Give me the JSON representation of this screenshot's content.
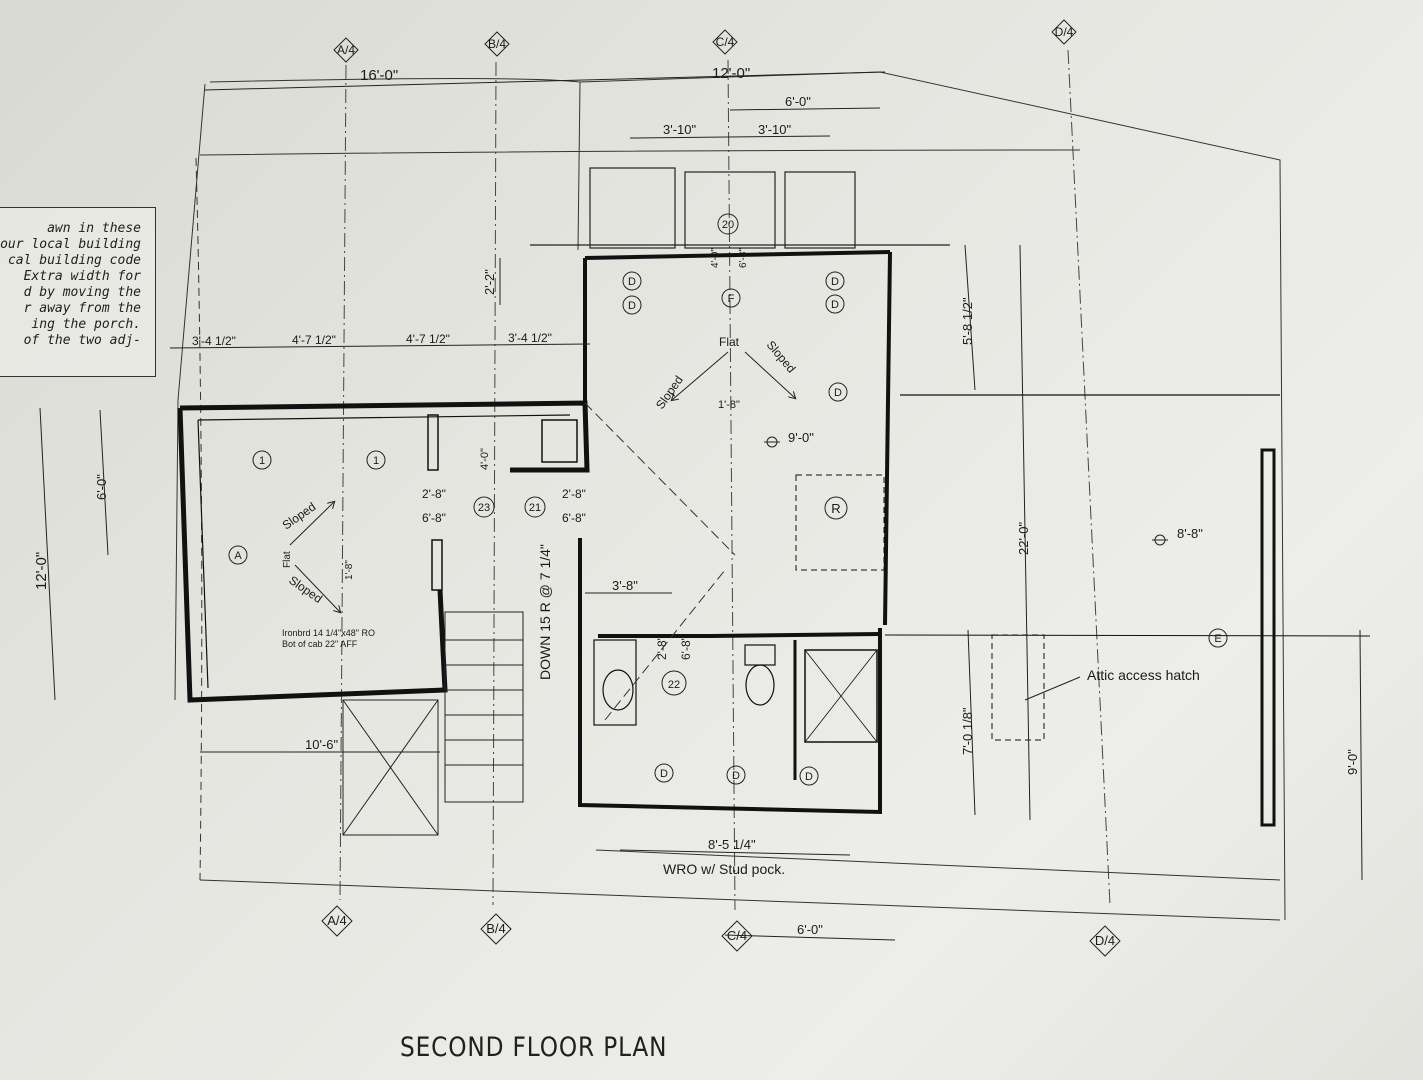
{
  "title": "SECOND FLOOR PLAN",
  "note_lines": [
    "awn in these",
    "our local building",
    "cal building code",
    "Extra width for",
    "d by moving the",
    "r away from the",
    "ing the porch.",
    "of the two adj-"
  ],
  "grid_markers": {
    "top": [
      "A/4",
      "B/4",
      "C/4",
      "D/4"
    ],
    "bottom": [
      "A/4",
      "B/4",
      "C/4",
      "D/4"
    ]
  },
  "dimensions": {
    "top_left_span": "16'-0\"",
    "top_right_span": "12'-0\"",
    "porch_width": "6'-0\"",
    "window_left": "3'-10\"",
    "window_right": "3'-10\"",
    "seg1": "3'-4 1/2\"",
    "seg2": "4'-7 1/2\"",
    "seg3": "4'-7 1/2\"",
    "seg4": "3'-4 1/2\"",
    "left_overall": "12'-0\"",
    "left_partial": "6'-0\"",
    "porch_depth": "2'-2\"",
    "right_top": "5'-8 1/2\"",
    "right_overall": "22'-0\"",
    "right_lower": "7'-0 1/8\"",
    "far_right": "9'-0\"",
    "bottom_left": "10'-6\"",
    "bottom_mid": "8'-5 1/4\"",
    "bottom_right": "6'-0\"",
    "door_head_1": "4'-0\"",
    "door_head_2": "6'-8\"",
    "hall_clear": "3'-8\"",
    "ceiling_flat": "1'-8\"",
    "closet_height": "4'-0\"",
    "dormer_flat": "1'-8\""
  },
  "door_labels": {
    "d21_w": "2'-8\"",
    "d21_h": "6'-8\"",
    "d21b_w": "2'-8\"",
    "d21b_h": "6'-8\"",
    "d22_w": "2'-8\"",
    "d22_h": "6'-8\""
  },
  "ceiling_heights": {
    "main": "9'-0\"",
    "attic": "8'-8\""
  },
  "text_labels": {
    "flat": "Flat",
    "sloped": "Sloped",
    "flat_left": "Flat",
    "sloped_left": "Sloped",
    "stair": "DOWN 15 R @ 7 1/4\"",
    "wro": "WRO w/ Stud pock.",
    "attic_hatch": "Attic access hatch",
    "ironbrd": "Ironbrd 14 1/4\"x48\" RO",
    "ironbrd2": "Bot of cab 22\" AFF"
  },
  "tags": {
    "one": "1",
    "a": "A",
    "d": "D",
    "f": "F",
    "r": "R",
    "e": "E",
    "t20": "20",
    "t21": "21",
    "t22": "22",
    "t23": "23"
  }
}
